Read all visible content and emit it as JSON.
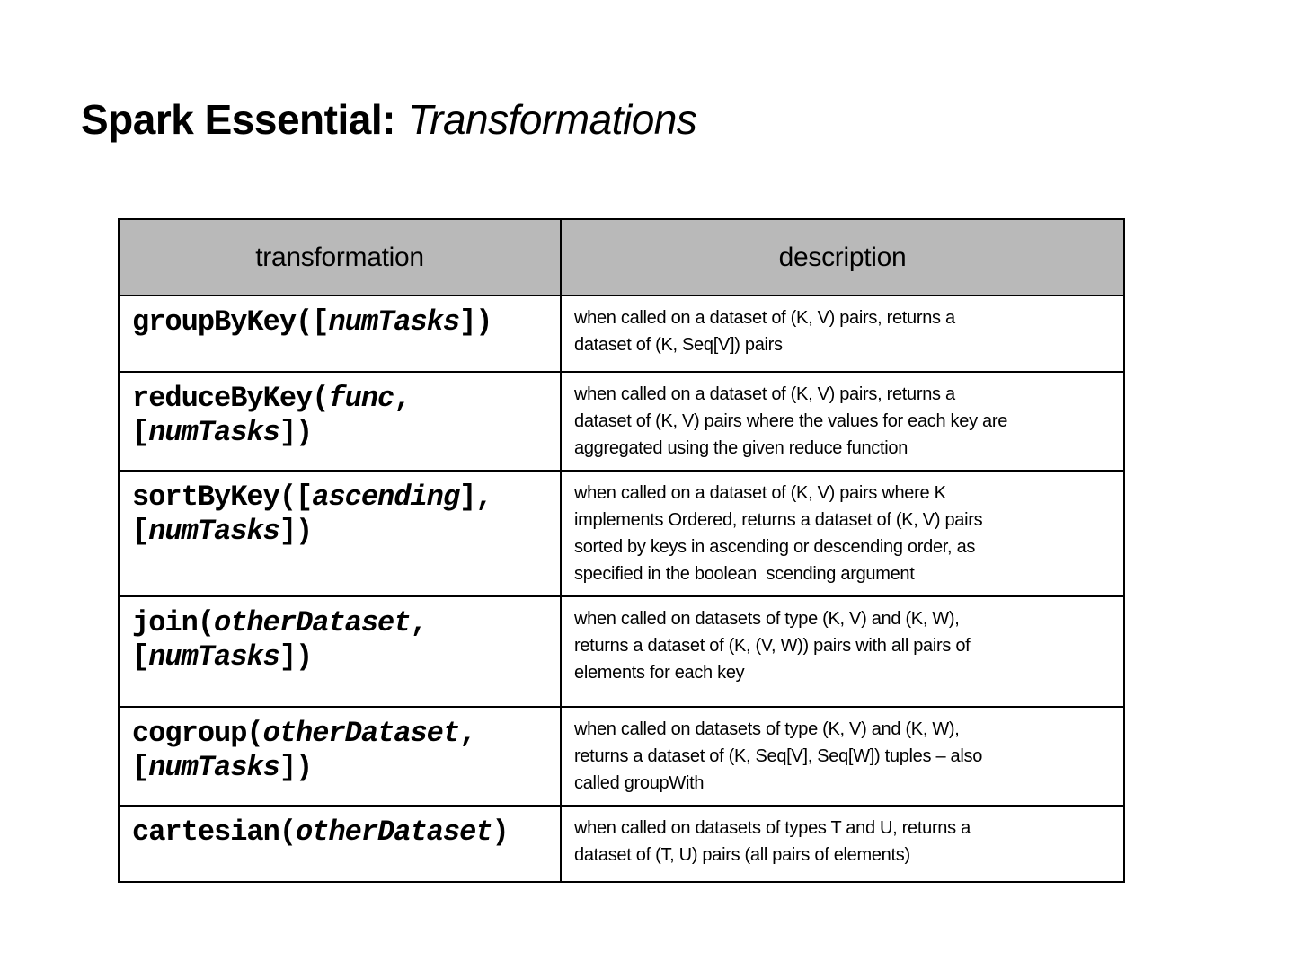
{
  "page": {
    "title": {
      "bold": "Spark Essential:",
      "italic": "Transformations"
    }
  },
  "colors": {
    "header_bg": "#b9b9b9",
    "border": "#000000",
    "text": "#000000",
    "background": "#ffffff"
  },
  "table": {
    "header": {
      "transformation": "transformation",
      "description": "description"
    },
    "rows": [
      {
        "code": [
          {
            "text": "groupByKey([",
            "italic": false
          },
          {
            "text": "numTasks",
            "italic": true
          },
          {
            "text": "])",
            "italic": false
          }
        ],
        "description": "when called on a dataset of (K, V) pairs, returns a\ndataset of (K, Seq[V]) pairs"
      },
      {
        "code": [
          {
            "text": "reduceByKey(",
            "italic": false
          },
          {
            "text": "func",
            "italic": true
          },
          {
            "text": ",\n[",
            "italic": false
          },
          {
            "text": "numTasks",
            "italic": true
          },
          {
            "text": "])",
            "italic": false
          }
        ],
        "description": "when called on a dataset of (K, V) pairs, returns a\ndataset of (K, V) pairs where the values for each key are\naggregated using the given reduce function"
      },
      {
        "code": [
          {
            "text": "sortByKey([",
            "italic": false
          },
          {
            "text": "ascending",
            "italic": true
          },
          {
            "text": "],\n[",
            "italic": false
          },
          {
            "text": "numTasks",
            "italic": true
          },
          {
            "text": "])",
            "italic": false
          }
        ],
        "description": "when called on a dataset of (K, V) pairs where K\nimplements Ordered, returns a dataset of (K, V) pairs\nsorted by keys in ascending or descending order, as\nspecified in the boolean  scending argument"
      },
      {
        "code": [
          {
            "text": "join(",
            "italic": false
          },
          {
            "text": "otherDataset",
            "italic": true
          },
          {
            "text": ",\n[",
            "italic": false
          },
          {
            "text": "numTasks",
            "italic": true
          },
          {
            "text": "])",
            "italic": false
          }
        ],
        "description": "when called on datasets of type (K, V) and (K, W),\nreturns a dataset of (K, (V, W)) pairs with all pairs of\nelements for each key"
      },
      {
        "code": [
          {
            "text": "cogroup(",
            "italic": false
          },
          {
            "text": "otherDataset",
            "italic": true
          },
          {
            "text": ",\n[",
            "italic": false
          },
          {
            "text": "numTasks",
            "italic": true
          },
          {
            "text": "])",
            "italic": false
          }
        ],
        "description": "when called on datasets of type (K, V) and (K, W),\nreturns a dataset of (K, Seq[V], Seq[W]) tuples – also\ncalled groupWith"
      },
      {
        "code": [
          {
            "text": "cartesian(",
            "italic": false
          },
          {
            "text": "otherDataset",
            "italic": true
          },
          {
            "text": ")",
            "italic": false
          }
        ],
        "description": "when called on datasets of types T and U, returns a\ndataset of (T, U) pairs (all pairs of elements)"
      }
    ]
  }
}
